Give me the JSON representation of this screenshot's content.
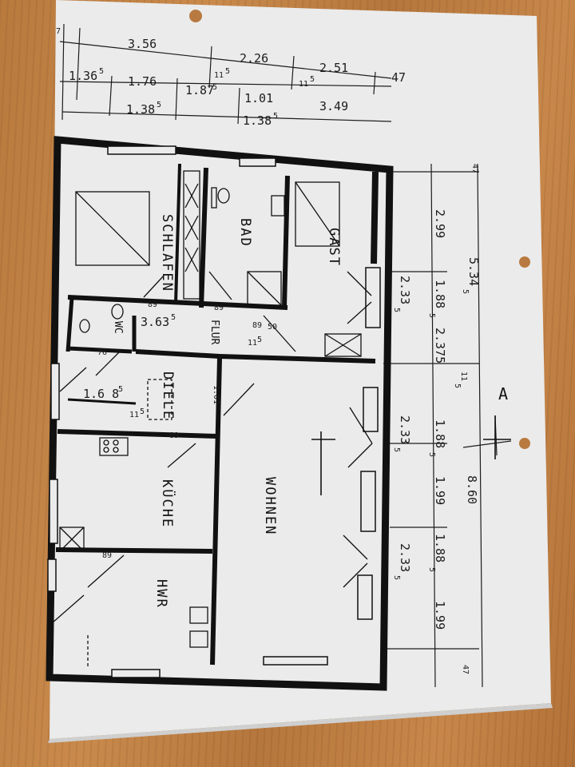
{
  "rooms": {
    "schlafen": "SCHLAFEN",
    "bad": "BAD",
    "gast": "GAST",
    "wc": "WC",
    "flur": "FLUR",
    "diele": "DIELE",
    "kueche": "KÜCHE",
    "wohnen": "WOHNEN",
    "hwr": "HWR"
  },
  "top_dimensions": {
    "row1": [
      "7",
      "3.56",
      "2.26",
      "2.51",
      "47"
    ],
    "row2": [
      "1.36",
      "5",
      "1.76",
      "1.87",
      "5",
      "11",
      "5",
      "11",
      "5"
    ],
    "row3": [
      "1.38",
      "5",
      "1.01",
      "1.38",
      "5",
      "3.49"
    ]
  },
  "right_dimensions": {
    "outer": [
      "47",
      "5.34",
      "5",
      "8.60",
      "47"
    ],
    "middle": [
      "2.99",
      "1.88",
      "5",
      "2.375",
      "11",
      "5",
      "1.88",
      "5",
      "1.99",
      "1.88",
      "5",
      "1.99"
    ],
    "inner": [
      "2.33",
      "5",
      "2.33",
      "5",
      "2.33",
      "5"
    ]
  },
  "interior_dimensions": [
    "89",
    "89",
    "89",
    "50",
    "11",
    "5",
    "3.63",
    "5",
    "76",
    "1.6 8",
    "5",
    "11",
    "5",
    "1.01",
    "89",
    "89"
  ],
  "section_marker": "A",
  "colors": {
    "paper": "#ececec",
    "ink": "#1a1a1a",
    "wood": "#c08040"
  }
}
